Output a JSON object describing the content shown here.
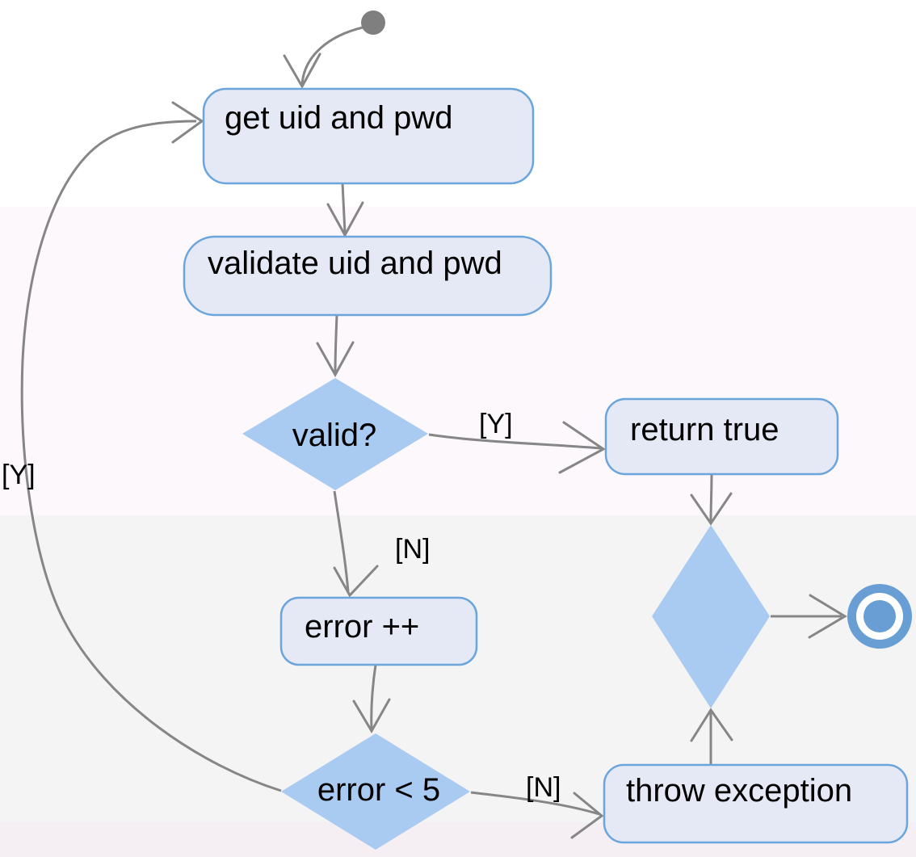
{
  "diagram": {
    "type": "uml-activity-diagram",
    "nodes": {
      "get_uid": {
        "label": "get uid and pwd"
      },
      "validate": {
        "label": "validate uid and pwd"
      },
      "valid": {
        "label": "valid?"
      },
      "return_true": {
        "label": "return true"
      },
      "error_inc": {
        "label": "error ++"
      },
      "error_lt_5": {
        "label": "error < 5"
      },
      "throw_exception": {
        "label": "throw exception"
      }
    },
    "edge_labels": {
      "valid_yes": "[Y]",
      "valid_no": "[N]",
      "error_no": "[N]",
      "error_yes": "[Y]"
    }
  },
  "colors": {
    "band1": "#ffffff",
    "band2": "#fcf8fc",
    "band3": "#f5f4f5",
    "band4": "#f5eff4",
    "actionFill": "#e5e9f6",
    "actionBorder": "#6ba5dc",
    "decisionFill": "#a9caf1",
    "edgeStroke": "#868686",
    "startFill": "#7f7f7f",
    "finalBlue": "#689ed3",
    "labelText": "#000000"
  }
}
